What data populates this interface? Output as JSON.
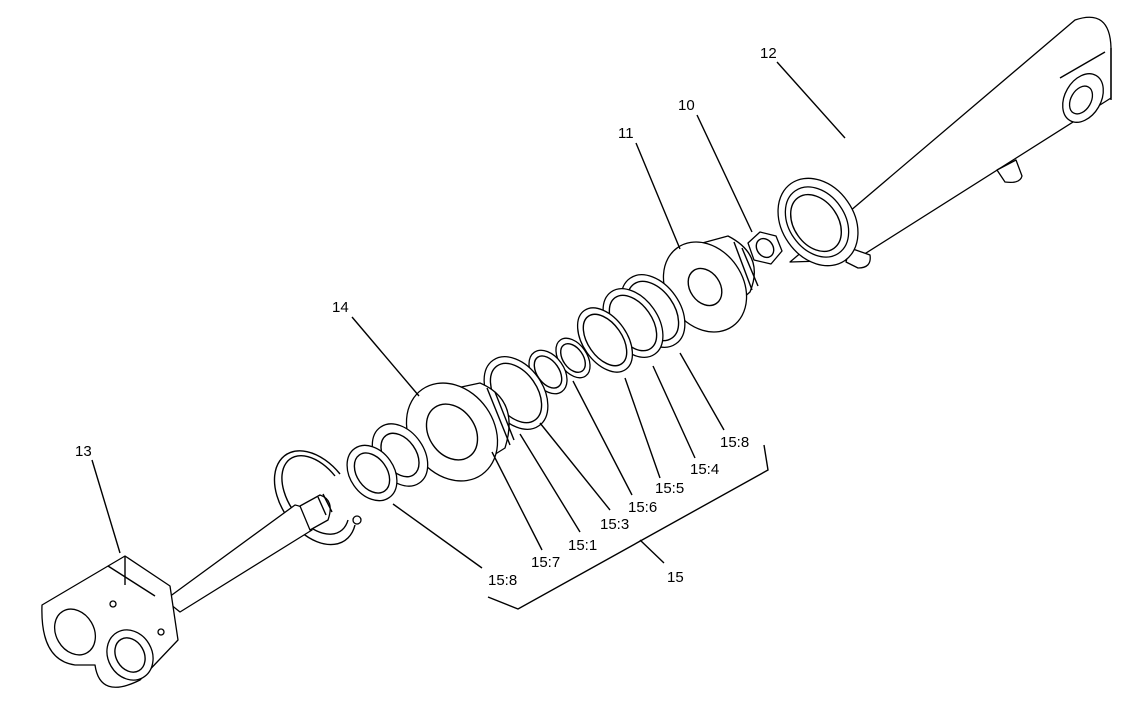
{
  "diagram": {
    "callouts": {
      "p10": "10",
      "p11": "11",
      "p12": "12",
      "p13": "13",
      "p14": "14",
      "p15": "15",
      "p15_1": "15:1",
      "p15_3": "15:3",
      "p15_4": "15:4",
      "p15_5": "15:5",
      "p15_6": "15:6",
      "p15_7": "15:7",
      "p15_8a": "15:8",
      "p15_8b": "15:8"
    }
  }
}
